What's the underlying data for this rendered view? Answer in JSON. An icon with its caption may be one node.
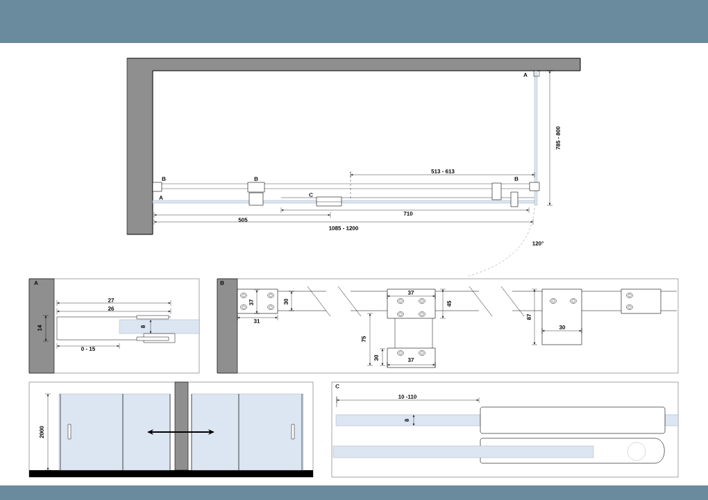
{
  "diagram": {
    "labels": [
      "A",
      "785 - 800",
      "513 - 613",
      "B",
      "B",
      "B",
      "C",
      "A",
      "710",
      "505",
      "1085 - 1200",
      "120°",
      "A",
      "27",
      "26",
      "14",
      "8",
      "0 - 15",
      "B",
      "37",
      "30",
      "31",
      "37",
      "45",
      "75",
      "30",
      "37",
      "87",
      "30",
      "2000",
      "C",
      "10 -110",
      "8"
    ]
  }
}
